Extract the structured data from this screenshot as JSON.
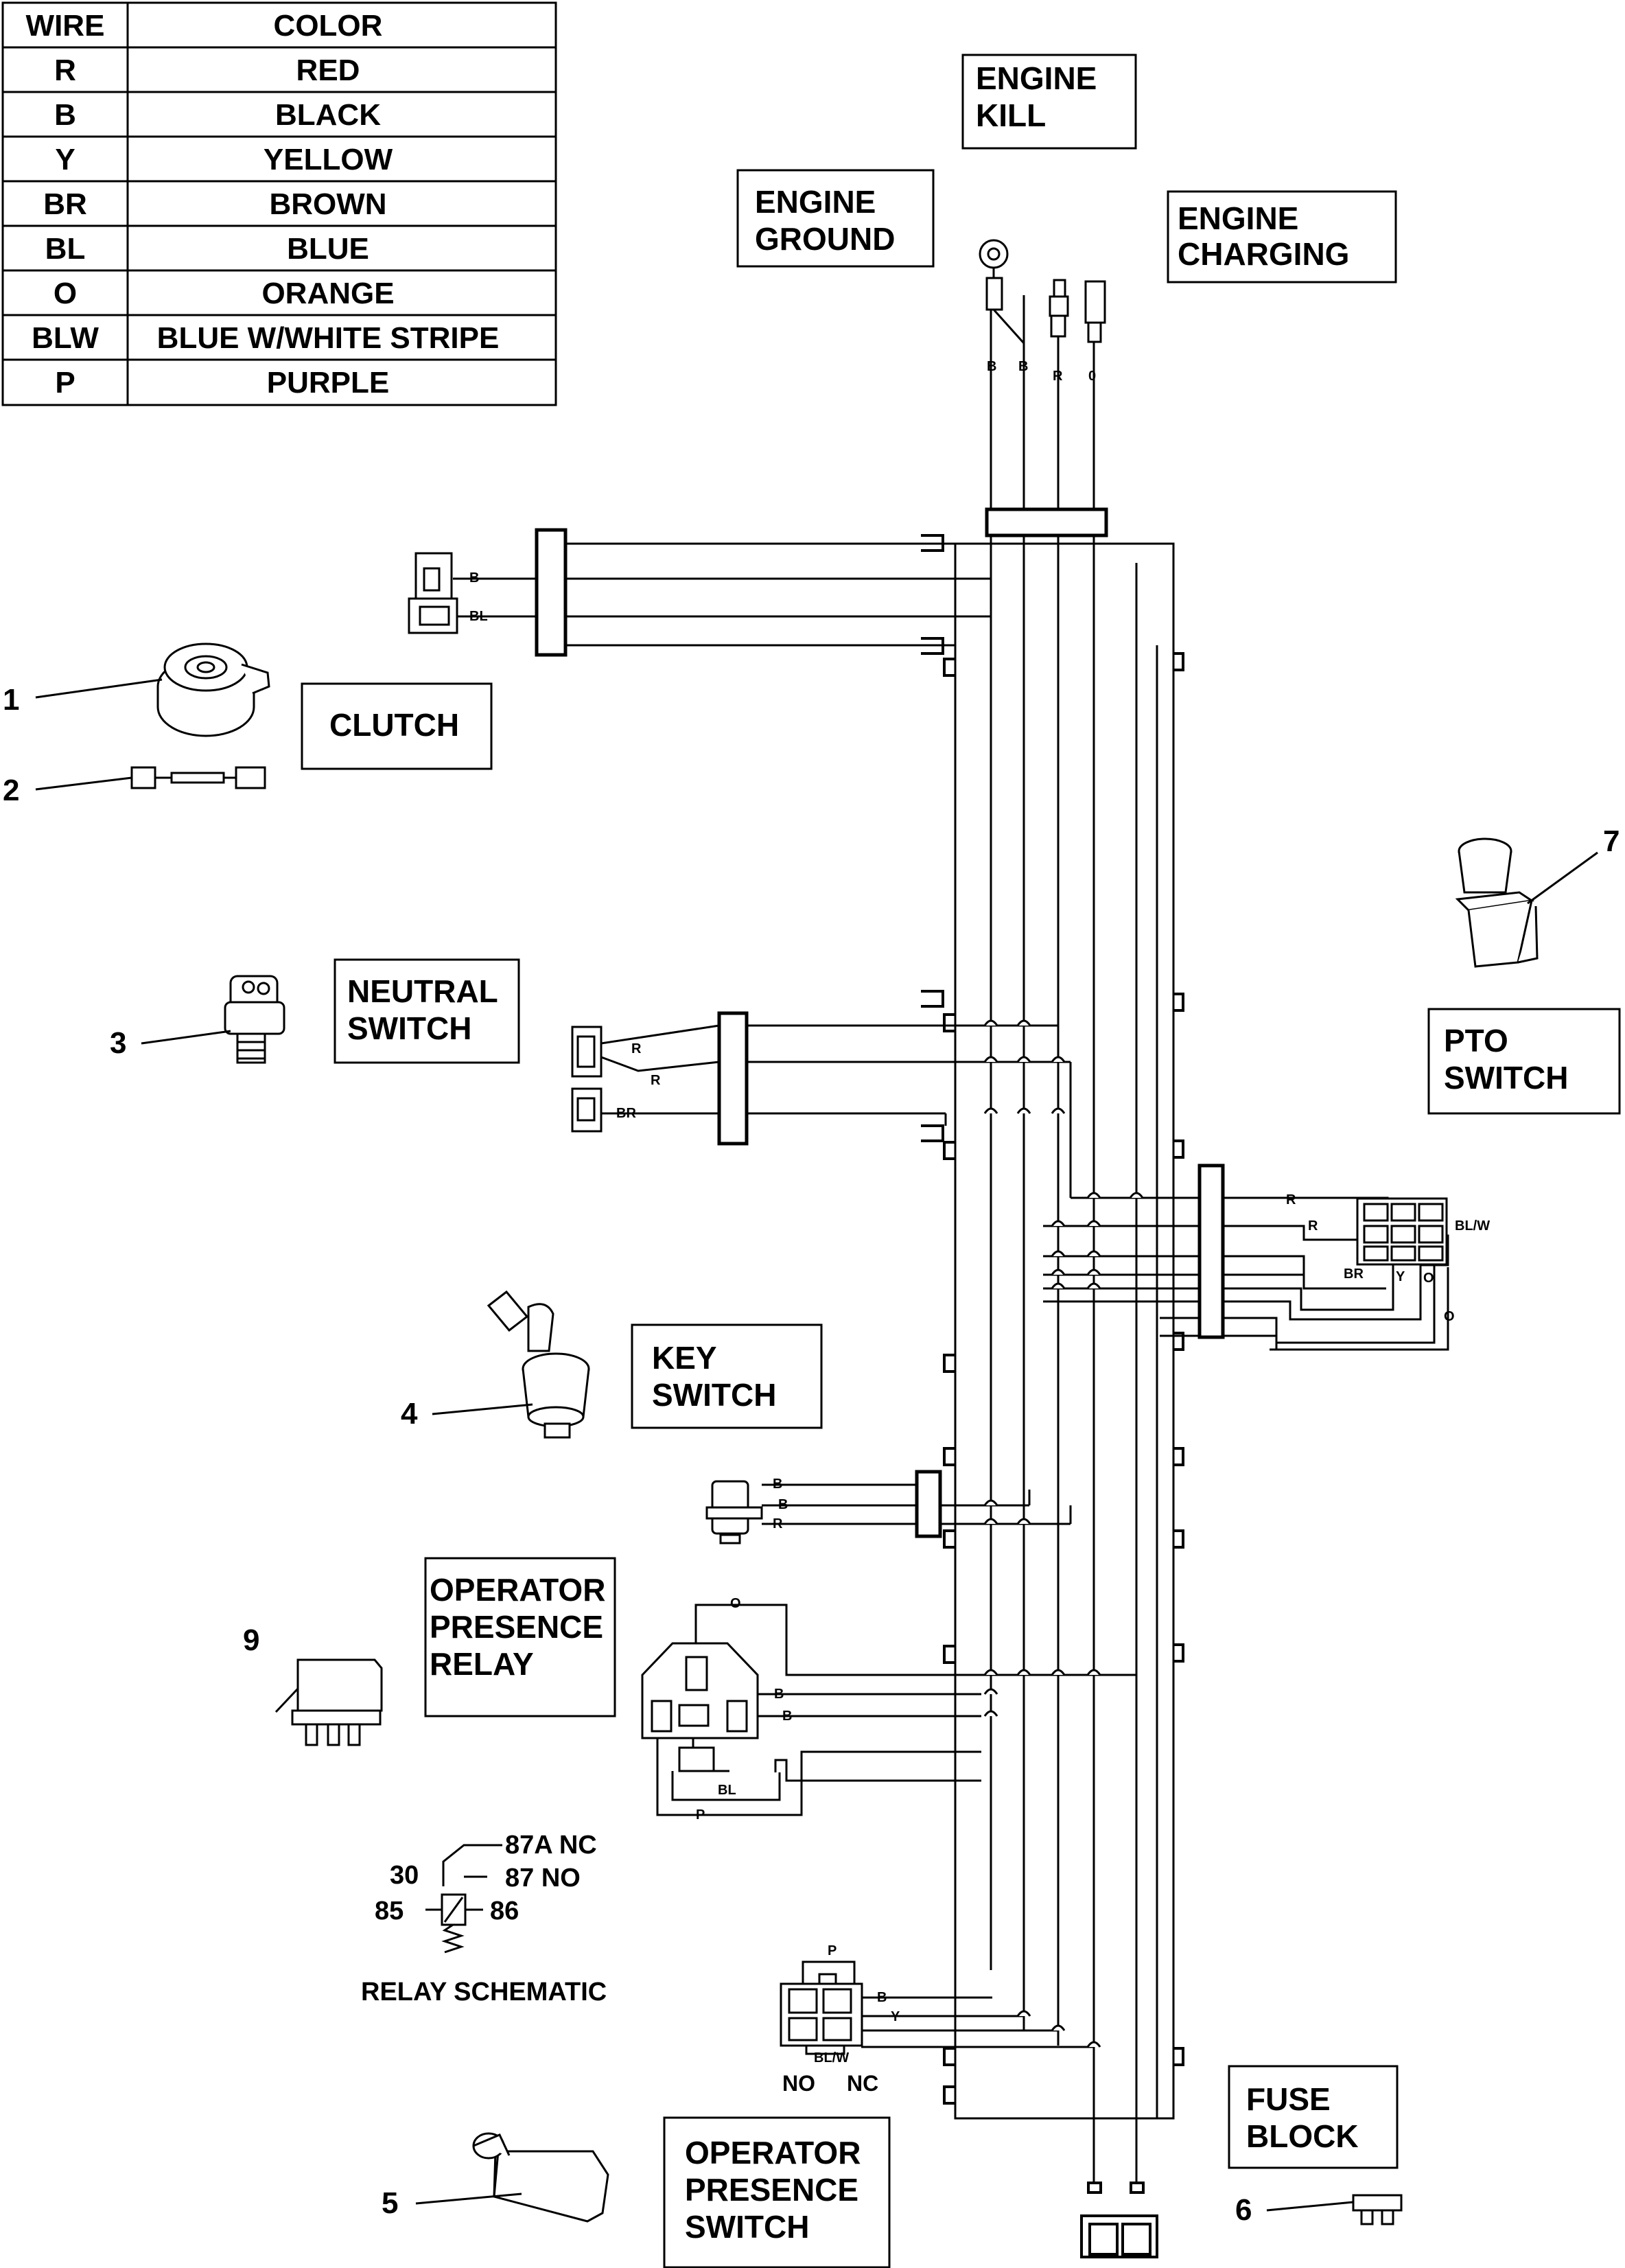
{
  "legend": {
    "header": [
      "WIRE",
      "COLOR"
    ],
    "rows": [
      [
        "R",
        "RED"
      ],
      [
        "B",
        "BLACK"
      ],
      [
        "Y",
        "YELLOW"
      ],
      [
        "BR",
        "BROWN"
      ],
      [
        "BL",
        "BLUE"
      ],
      [
        "O",
        "ORANGE"
      ],
      [
        "BLW",
        "BLUE W/WHITE STRIPE"
      ],
      [
        "P",
        "PURPLE"
      ]
    ]
  },
  "labels": {
    "engine_kill": [
      "ENGINE",
      "KILL"
    ],
    "engine_ground": [
      "ENGINE",
      "GROUND"
    ],
    "engine_charging": [
      "ENGINE",
      "CHARGING"
    ],
    "clutch": [
      "CLUTCH"
    ],
    "neutral_switch": [
      "NEUTRAL",
      "SWITCH"
    ],
    "pto_switch": [
      "PTO",
      "SWITCH"
    ],
    "key_switch": [
      "KEY",
      "SWITCH"
    ],
    "operator_presence_relay": [
      "OPERATOR",
      "PRESENCE",
      "RELAY"
    ],
    "fuse_block": [
      "FUSE",
      "BLOCK"
    ],
    "operator_presence_switch": [
      "OPERATOR",
      "PRESENCE",
      "SWITCH"
    ]
  },
  "callouts": [
    "1",
    "2",
    "3",
    "4",
    "5",
    "6",
    "7",
    "9"
  ],
  "wire_labels": {
    "top_b1": "B",
    "top_b2": "B",
    "top_r": "R",
    "top_o": "0",
    "clutch_b": "B",
    "clutch_bl": "BL",
    "neutral_r1": "R",
    "neutral_r2": "R",
    "neutral_br": "BR",
    "pto_r1": "R",
    "pto_r2": "R",
    "pto_blw": "BL/W",
    "pto_br": "BR",
    "pto_y": "Y",
    "pto_o1": "O",
    "pto_o2": "O",
    "key_b1": "B",
    "key_b2": "B",
    "key_r": "R",
    "relay_o": "O",
    "relay_b1": "B",
    "relay_b2": "B",
    "relay_bl": "BL",
    "relay_p": "P",
    "ops_p": "P",
    "ops_b": "B",
    "ops_y": "Y",
    "ops_blw": "BL/W",
    "ops_no": "NO",
    "ops_nc": "NC"
  },
  "relay_schematic": {
    "title": "RELAY SCHEMATIC",
    "pin_30": "30",
    "pin_87a": "87A  NC",
    "pin_87": "87  NO",
    "pin_85": "85",
    "pin_86": "86"
  }
}
